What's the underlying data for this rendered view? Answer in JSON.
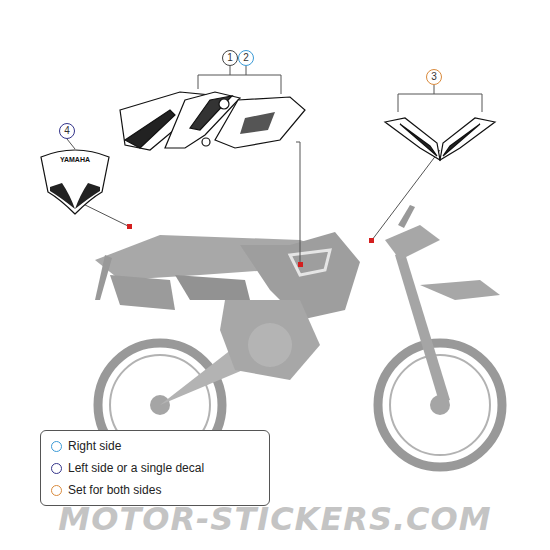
{
  "diagram": {
    "nodes": [
      {
        "text": [
          "1"
        ]
      },
      {
        "text": [
          "2"
        ]
      },
      {
        "text": [
          "3"
        ]
      },
      {
        "text": [
          "4"
        ]
      },
      {
        "text": [
          "YAMAHA"
        ]
      }
    ],
    "edges": [
      {
        "from": 3,
        "to": 4,
        "arrow": "none"
      }
    ],
    "labels": [
      "MOTOR-STICKERS.COM"
    ],
    "legend": [
      {
        "text": "Right side"
      },
      {
        "text": "Left side or a single decal"
      },
      {
        "text": "Set for both sides"
      }
    ]
  }
}
